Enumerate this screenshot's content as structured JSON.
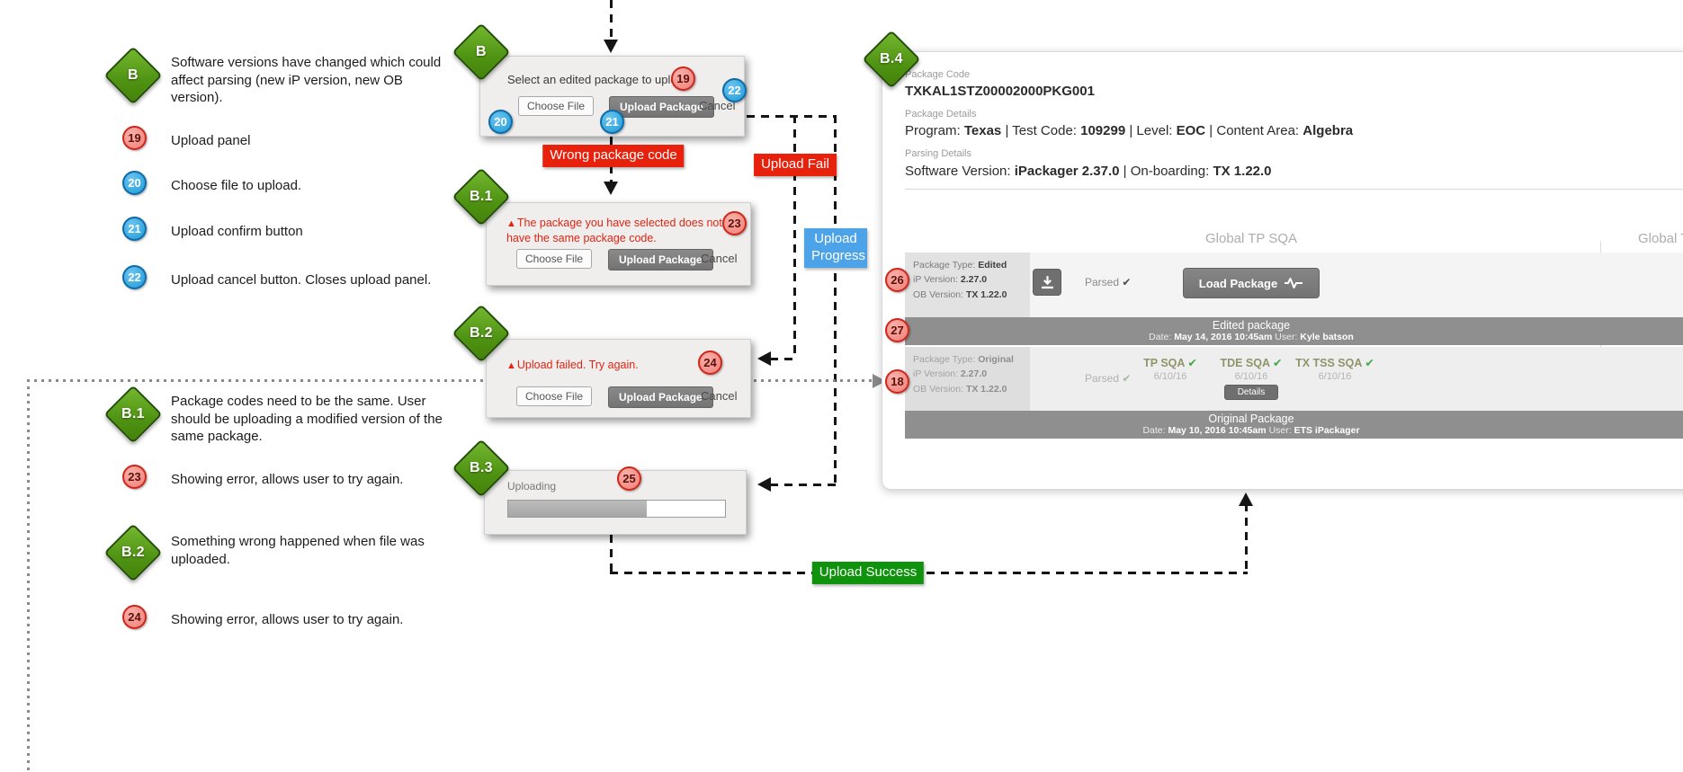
{
  "colors": {
    "diamond_green": "#4f9313",
    "marker_red_fill": "#f08078",
    "marker_red_border": "#cf261b",
    "marker_blue_fill": "#1e9cd8",
    "label_red": "#e7210b",
    "label_blue": "#4da3e8",
    "label_green": "#0f930c",
    "button_dark_gray": "#7a7a7a",
    "band_gray": "#8f8f8f",
    "error_red": "#e02514"
  },
  "legend": {
    "items": [
      {
        "marker": "B",
        "text": "Software versions have changed which could affect parsing (new iP version, new OB version)."
      },
      {
        "marker": "19",
        "text": "Upload panel"
      },
      {
        "marker": "20",
        "text": "Choose file to upload."
      },
      {
        "marker": "21",
        "text": "Upload confirm button"
      },
      {
        "marker": "22",
        "text": "Upload cancel button. Closes upload panel."
      },
      {
        "marker": "B.1",
        "text": "Package codes need to be the same. User should be uploading a modified version of the same package."
      },
      {
        "marker": "23",
        "text": "Showing error, allows user to try again."
      },
      {
        "marker": "B.2",
        "text": "Something wrong happened when file was uploaded."
      },
      {
        "marker": "24",
        "text": "Showing error, allows user to try again."
      }
    ]
  },
  "dialogs": {
    "upload": {
      "badge": "B",
      "prompt": "Select an edited package to upload.",
      "choose_file": "Choose File",
      "upload_package": "Upload Package",
      "cancel": "Cancel",
      "markers": {
        "panel": "19",
        "choose": "20",
        "confirm": "21",
        "cancel": "22"
      }
    },
    "wrong_code": {
      "badge": "B.1",
      "warning_icon": "▲",
      "error": "The package you have selected does not have the same package code.",
      "choose_file": "Choose File",
      "upload_package": "Upload Package",
      "cancel": "Cancel",
      "marker": "23"
    },
    "upload_failed": {
      "badge": "B.2",
      "warning_icon": "▲",
      "error": "Upload failed. Try again.",
      "choose_file": "Choose File",
      "upload_package": "Upload Package",
      "cancel": "Cancel",
      "marker": "24"
    },
    "uploading": {
      "badge": "B.3",
      "label": "Uploading",
      "marker": "25",
      "progress_pct": 64
    }
  },
  "flow": {
    "wrong_package_code": "Wrong package code",
    "upload_fail": "Upload Fail",
    "upload_progress": "Upload Progress",
    "upload_success": "Upload Success"
  },
  "package_card": {
    "badge": "B.4",
    "package_code_label": "Package Code",
    "package_code": "TXKAL1STZ00002000PKG001",
    "package_details_label": "Package Details",
    "package_details": [
      {
        "label": "Program:",
        "value": "Texas"
      },
      {
        "label": "Test Code:",
        "value": "109299"
      },
      {
        "label": "Level:",
        "value": "EOC"
      },
      {
        "label": "Content Area:",
        "value": "Algebra"
      }
    ],
    "parsing_details_label": "Parsing Details",
    "parsing_details": [
      {
        "label": "Software Version:",
        "value": "iPackager 2.37.0"
      },
      {
        "label": "On-boarding:",
        "value": "TX 1.22.0"
      }
    ],
    "column_headers": {
      "left": "Global TP SQA",
      "right_clipped": "Global T"
    },
    "edited_row": {
      "marker": "26",
      "info": [
        {
          "label": "Package Type:",
          "value": "Edited"
        },
        {
          "label": "iP Version:",
          "value": "2.27.0"
        },
        {
          "label": "OB Version:",
          "value": "TX 1.22.0"
        }
      ],
      "parsed": "Parsed",
      "check": "✔",
      "load_package": "Load Package"
    },
    "edited_band": {
      "marker": "27",
      "title": "Edited package",
      "meta": [
        {
          "label": "Date:",
          "value": "May 14, 2016 10:45am"
        },
        {
          "label": "User:",
          "value": "Kyle batson"
        }
      ]
    },
    "original_row": {
      "marker": "18",
      "info": [
        {
          "label": "Package Type:",
          "value": "Original"
        },
        {
          "label": "iP Version:",
          "value": "2.27.0"
        },
        {
          "label": "OB Version:",
          "value": "TX 1.22.0"
        }
      ],
      "parsed": "Parsed",
      "check": "✔",
      "sqa": [
        {
          "name": "TP SQA",
          "check": "✔",
          "date": "6/10/16"
        },
        {
          "name": "TDE SQA",
          "check": "✔",
          "date": "6/10/16",
          "details": "Details"
        },
        {
          "name": "TX TSS SQA",
          "check": "✔",
          "date": "6/10/16"
        }
      ]
    },
    "original_band": {
      "title": "Original Package",
      "meta": [
        {
          "label": "Date:",
          "value": "May 10, 2016 10:45am"
        },
        {
          "label": "User:",
          "value": "ETS iPackager"
        }
      ]
    }
  }
}
